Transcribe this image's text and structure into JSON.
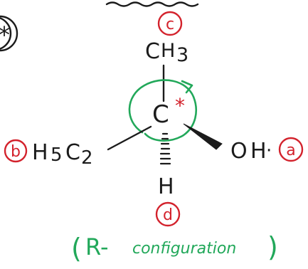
{
  "colors": {
    "ink": "#1b1b1b",
    "red": "#d3222c",
    "green": "#22a85a"
  },
  "corner_mark": "*",
  "stereocenter": {
    "atom": "C",
    "chirality_mark": "*"
  },
  "substituents": {
    "top": {
      "priority": "c",
      "formula_parts": [
        "C",
        "H",
        "3"
      ]
    },
    "left": {
      "priority": "b",
      "formula_parts": [
        "H",
        "5",
        "C",
        "2"
      ]
    },
    "right": {
      "priority": "a",
      "formula_parts": [
        "O",
        "H",
        "·"
      ]
    },
    "bottom": {
      "priority": "d",
      "formula_parts": [
        "H"
      ]
    }
  },
  "configuration": {
    "open": "(",
    "letter": "R-",
    "word": "configuration",
    "close": ")"
  }
}
